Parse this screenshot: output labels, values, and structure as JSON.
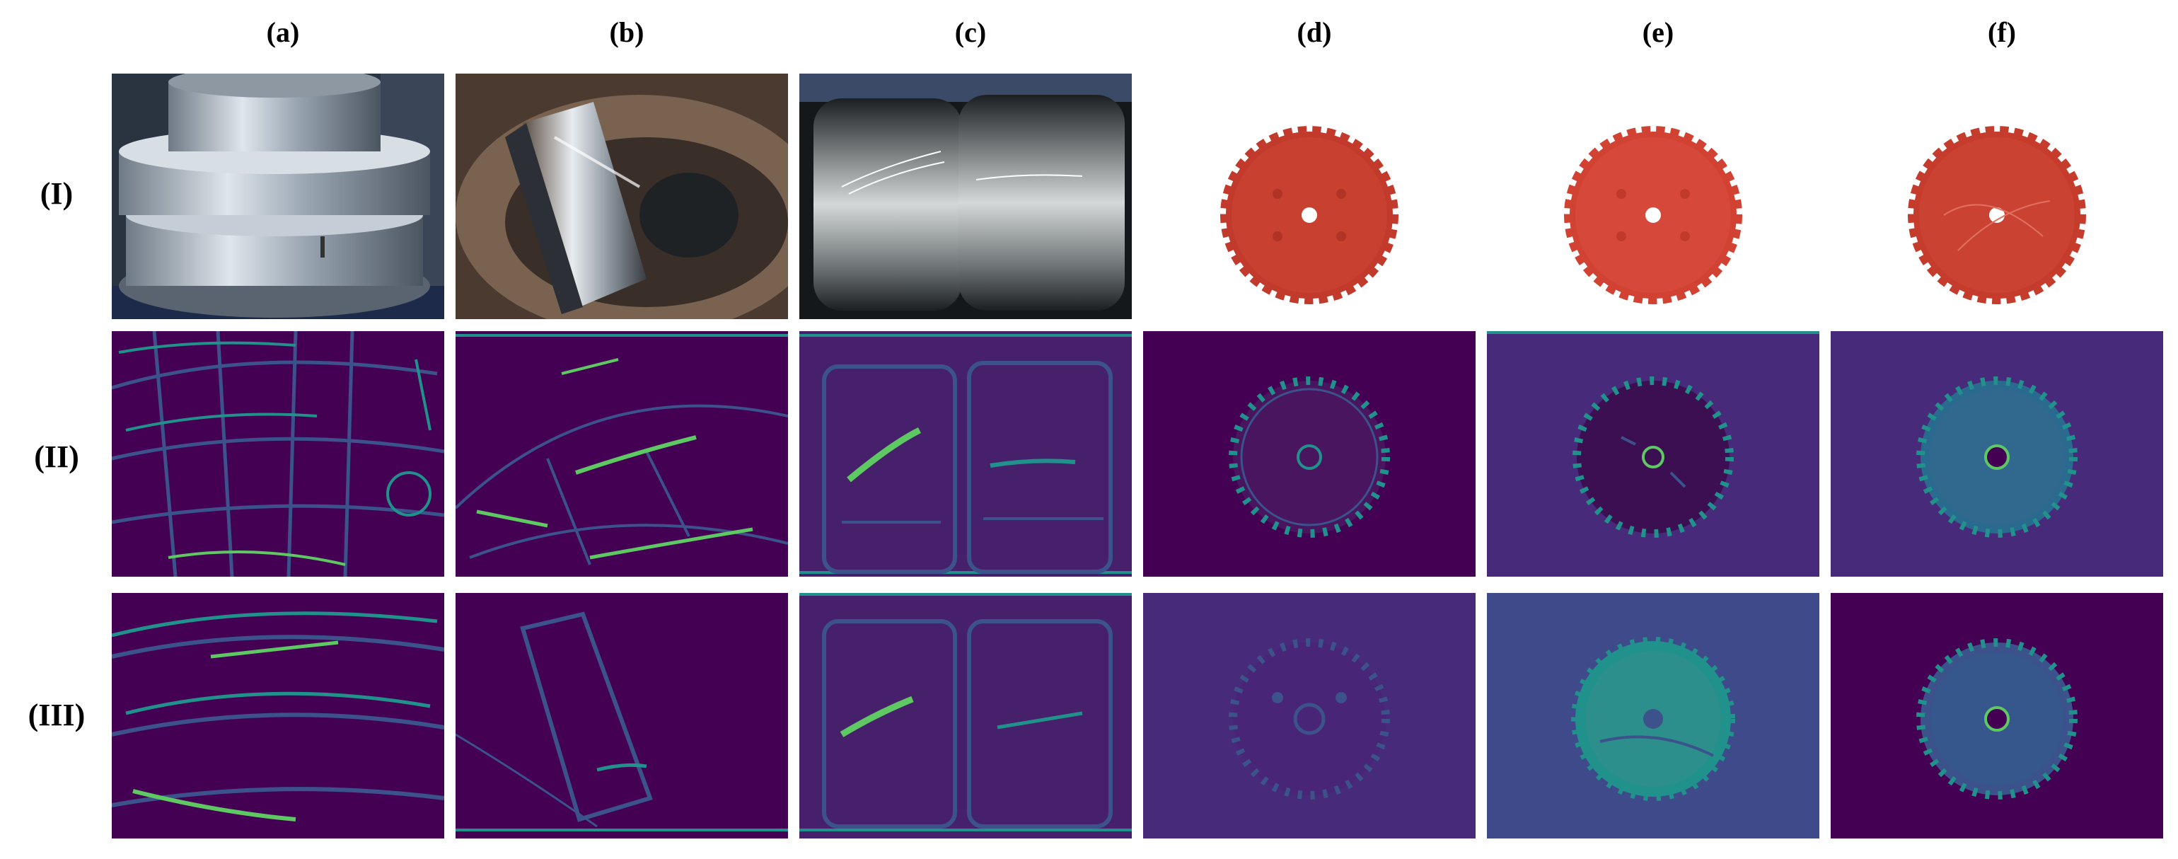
{
  "figure": {
    "columns": [
      {
        "id": "a",
        "label": "(a)"
      },
      {
        "id": "b",
        "label": "(b)"
      },
      {
        "id": "c",
        "label": "(c)"
      },
      {
        "id": "d",
        "label": "(d)"
      },
      {
        "id": "e",
        "label": "(e)"
      },
      {
        "id": "f",
        "label": "(f)"
      }
    ],
    "rows": [
      {
        "id": "I",
        "label": "(I)"
      },
      {
        "id": "II",
        "label": "(II)"
      },
      {
        "id": "III",
        "label": "(III)"
      }
    ]
  },
  "colors": {
    "heatmap_bg": "#440154",
    "heatmap_mid": "#3b528b",
    "heatmap_teal": "#21918c",
    "heatmap_green": "#5ec962",
    "heatmap_yellow": "#fde725",
    "gear_red": "#c23a2c",
    "bearing_steel": "#b9c2cc"
  }
}
